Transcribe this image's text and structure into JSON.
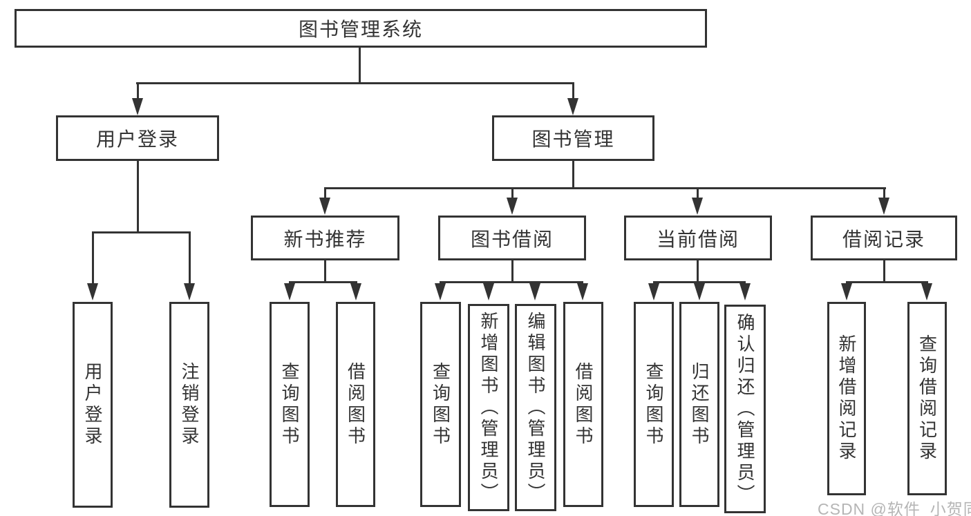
{
  "diagram_title": "图书管理系统",
  "tree": {
    "root": "图书管理系统",
    "branches": [
      {
        "label": "用户登录",
        "children": [
          "用户登录",
          "注销登录"
        ]
      },
      {
        "label": "图书管理",
        "children": [
          {
            "label": "新书推荐",
            "children": [
              "查询图书",
              "借阅图书"
            ]
          },
          {
            "label": "图书借阅",
            "children": [
              "查询图书",
              "新增图书（管理员）",
              "编辑图书（管理员）",
              "借阅图书"
            ]
          },
          {
            "label": "当前借阅",
            "children": [
              "查询图书",
              "归还图书",
              "确认归还（管理员）"
            ]
          },
          {
            "label": "借阅记录",
            "children": [
              "新增借阅记录",
              "查询借阅记录"
            ]
          }
        ]
      }
    ]
  },
  "watermark": "CSDN @软件_小贺同学",
  "colors": {
    "line": "#333333",
    "text": "#333333",
    "watermark": "#b5b5b5",
    "background": "#ffffff"
  }
}
